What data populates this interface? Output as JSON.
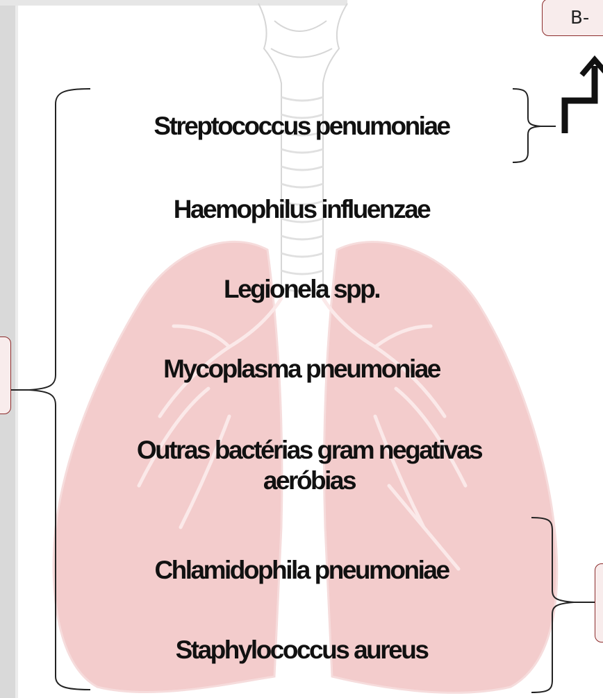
{
  "organisms": [
    "Streptococcus penumoniae",
    "Haemophilus influenzae",
    "Legionela spp.",
    "Mycoplasma pneumoniae",
    "Outras bactérias gram negativas aeróbias",
    "Chlamidophila pneumoniae",
    "Staphylococcus aureus"
  ],
  "callouts": {
    "top_right_label": "B-"
  },
  "colors": {
    "lung_fill": "#f2c8c8",
    "lung_outline": "#f5d6d6",
    "trachea_outline": "#d8d8d8",
    "bracket": "#222222",
    "callout_border": "#8b2b2b",
    "callout_fill": "#f8ecec"
  }
}
